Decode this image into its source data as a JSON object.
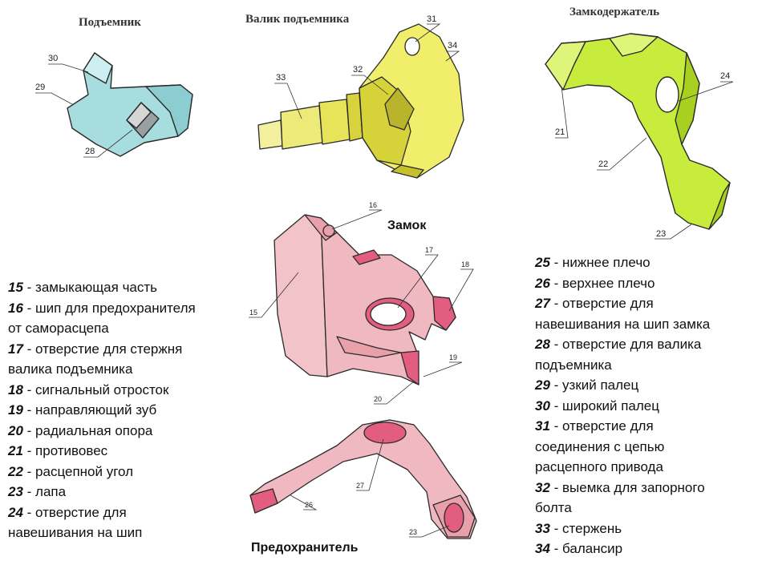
{
  "titles": {
    "lifter": "Подъемник",
    "lifter_shaft": "Валик подъемника",
    "lock_holder": "Замкодержатель",
    "lock": "Замок",
    "safety": "Предохранитель"
  },
  "callouts": {
    "c30": "30",
    "c29": "29",
    "c28": "28",
    "c31": "31",
    "c34": "34",
    "c32": "32",
    "c33": "33",
    "c24": "24",
    "c21": "21",
    "c22": "22",
    "c23a": "23",
    "c16": "16",
    "c17": "17",
    "c18": "18",
    "c15": "15",
    "c19": "19",
    "c20": "20",
    "c27": "27",
    "c26": "26",
    "c23b": "23"
  },
  "left_legend": [
    {
      "num": "15",
      "text": " - замыкающая часть"
    },
    {
      "num": "16",
      "text": " - шип для предохранителя"
    },
    {
      "num": "",
      "text": "от саморасцепа"
    },
    {
      "num": "17",
      "text": " - отверстие для стержня"
    },
    {
      "num": "",
      "text": "валика подъемника"
    },
    {
      "num": "18",
      "text": " - сигнальный отросток"
    },
    {
      "num": "19",
      "text": " - направляющий зуб"
    },
    {
      "num": "20",
      "text": " - радиальная опора"
    },
    {
      "num": "21",
      "text": " - противовес"
    },
    {
      "num": "22",
      "text": " - расцепной угол"
    },
    {
      "num": "23",
      "text": " - лапа"
    },
    {
      "num": "24",
      "text": " - отверстие для"
    },
    {
      "num": "",
      "text": "навешивания на шип"
    }
  ],
  "right_legend": [
    {
      "num": "25",
      "text": " - нижнее плечо"
    },
    {
      "num": "26",
      "text": " - верхнее плечо"
    },
    {
      "num": "27",
      "text": " - отверстие для"
    },
    {
      "num": "",
      "text": "навешивания на шип замка"
    },
    {
      "num": "28",
      "text": " - отверстие для валика"
    },
    {
      "num": "",
      "text": "подъемника"
    },
    {
      "num": "29",
      "text": " - узкий палец"
    },
    {
      "num": "30",
      "text": " - широкий палец"
    },
    {
      "num": "31",
      "text": " - отверстие для"
    },
    {
      "num": "",
      "text": "соединения с цепью"
    },
    {
      "num": "",
      "text": "расцепного привода"
    },
    {
      "num": "32",
      "text": " - выемка для запорного"
    },
    {
      "num": "",
      "text": "болта"
    },
    {
      "num": "33",
      "text": " - стержень"
    },
    {
      "num": "34",
      "text": " - балансир"
    }
  ],
  "colors": {
    "lifter": "#a8dde0",
    "shaft": "#f0ee6a",
    "holder": "#c8ec3c",
    "lock": "#f0b8c0",
    "lock_accent": "#e25d80"
  }
}
